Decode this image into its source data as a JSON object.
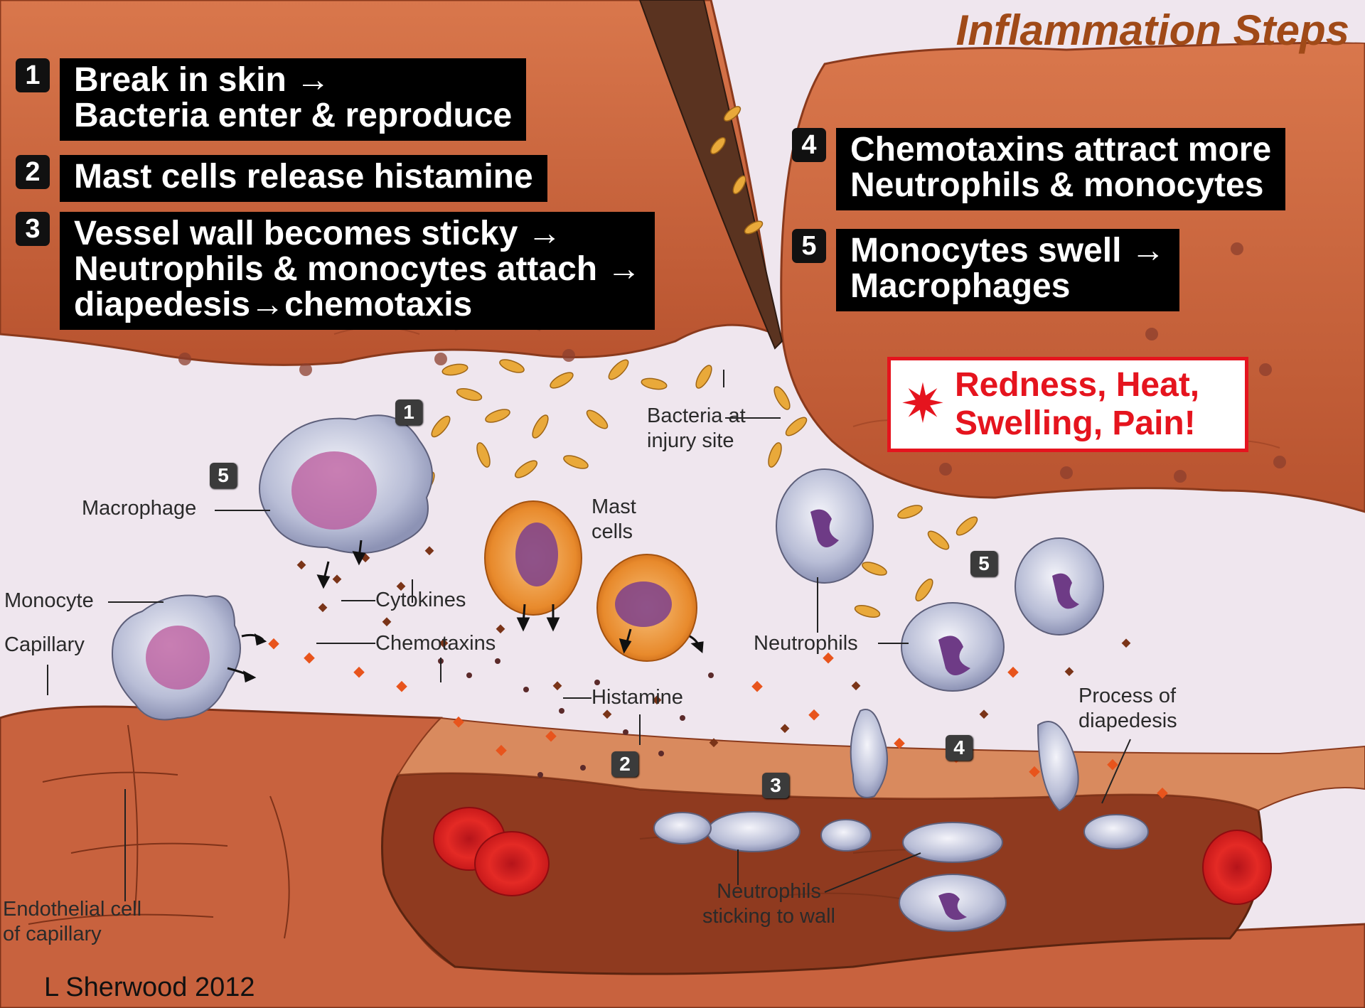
{
  "title": "Inflammation Steps",
  "steps": [
    {
      "num": "1",
      "lines": [
        "Break in skin →",
        "Bacteria enter & reproduce"
      ]
    },
    {
      "num": "2",
      "lines": [
        "Mast cells release histamine"
      ]
    },
    {
      "num": "3",
      "lines": [
        "Vessel wall becomes sticky →",
        "Neutrophils & monocytes attach →",
        "diapedesis→chemotaxis"
      ]
    },
    {
      "num": "4",
      "lines": [
        "Chemotaxins attract more",
        "Neutrophils & monocytes"
      ]
    },
    {
      "num": "5",
      "lines": [
        "Monocytes swell →",
        "Macrophages"
      ]
    }
  ],
  "alert": {
    "icon": "red-starburst-icon",
    "line1": "Redness, Heat,",
    "line2": "Swelling, Pain!"
  },
  "labels": {
    "bacteria": [
      "Bacteria at",
      "injury site"
    ],
    "macrophage": "Macrophage",
    "mast": [
      "Mast",
      "cells"
    ],
    "monocyte": "Monocyte",
    "capillary": "Capillary",
    "cytokines": "Cytokines",
    "chemotaxins": "Chemotaxins",
    "neutrophils": "Neutrophils",
    "histamine": "Histamine",
    "diapedesis": [
      "Process of",
      "diapedesis"
    ],
    "sticking": [
      "Neutrophils",
      "sticking to wall"
    ],
    "endothelial": [
      "Endothelial cell",
      "of capillary"
    ]
  },
  "badges": {
    "b1": "1",
    "b5a": "5",
    "b5b": "5",
    "b4": "4",
    "b2": "2",
    "b3": "3"
  },
  "credit": "L Sherwood 2012",
  "colors": {
    "tissue": "#c8623e",
    "title": "#a04a18",
    "alert": "#e5141e",
    "background": "#efe6ee"
  }
}
